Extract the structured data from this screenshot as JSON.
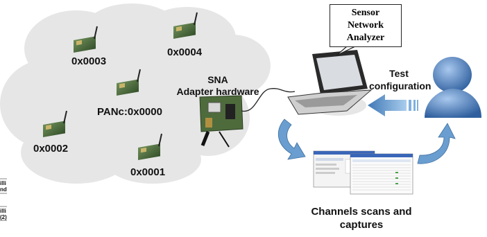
{
  "nodes": [
    {
      "id": "node-0x0003",
      "label": "0x0003"
    },
    {
      "id": "node-0x0004",
      "label": "0x0004"
    },
    {
      "id": "node-panc",
      "label": "PANc:0x0000"
    },
    {
      "id": "node-0x0002",
      "label": "0x0002"
    },
    {
      "id": "node-0x0001",
      "label": "0x0001"
    }
  ],
  "adapter": {
    "line1": "SNA",
    "line2": "Adapter hardware"
  },
  "analyzer_callout": {
    "line1": "Sensor",
    "line2": "Network",
    "line3": "Analyzer"
  },
  "user": {
    "line1": "Test",
    "line2": "configuration"
  },
  "captures": {
    "line1": "Channels scans and",
    "line2": "captures"
  },
  "edge_fragments": [
    "illi",
    "nd",
    "illi",
    "(2)"
  ],
  "colors": {
    "cloud": "#e4e4e4",
    "arrow": "#6a9ed0",
    "user": "#5a8ac8",
    "board": "#4a6a3a"
  }
}
